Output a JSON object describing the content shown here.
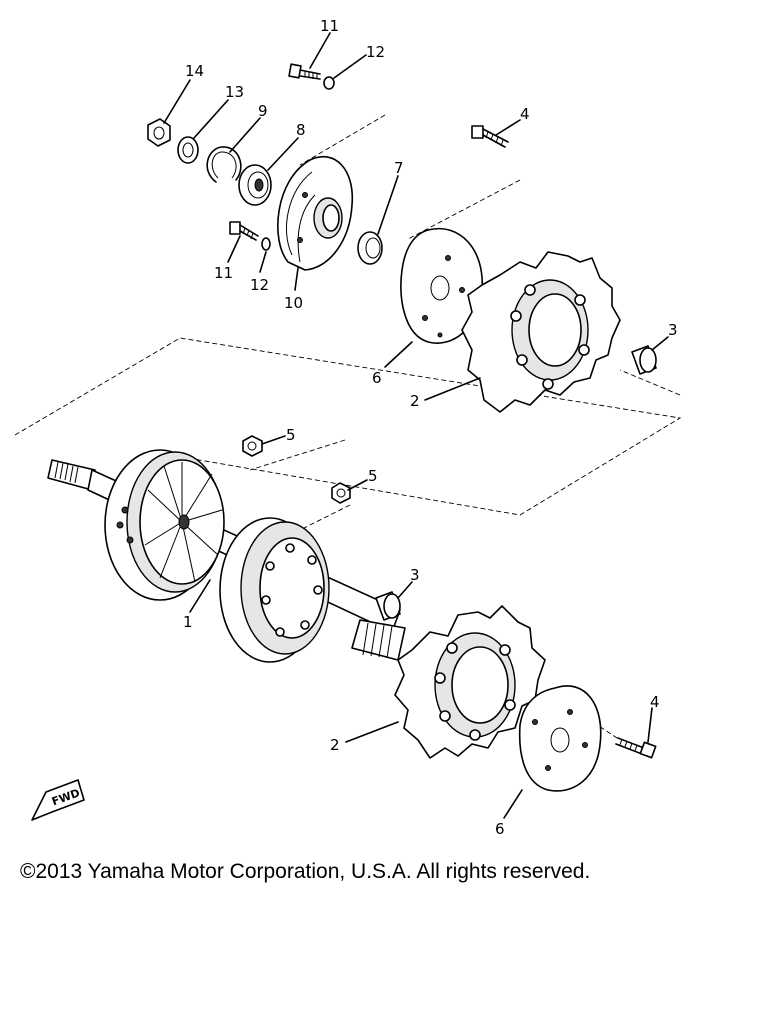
{
  "callouts": {
    "top_bolt": "11",
    "top_washer": "12",
    "nut": "14",
    "washer_13": "13",
    "circlip": "9",
    "bearing": "8",
    "top_bolt_4": "4",
    "seal": "7",
    "left_bolt": "11",
    "left_washer": "12",
    "housing": "10",
    "upper_plate": "6",
    "upper_spacer": "3",
    "upper_sprocket": "2",
    "top_nut_5": "5",
    "mid_nut_5": "5",
    "shaft": "1",
    "lower_spacer": "3",
    "lower_bolt_4": "4",
    "lower_sprocket": "2",
    "lower_plate": "6"
  },
  "fwd_label": "FWD",
  "copyright": "©2013 Yamaha Motor Corporation, U.S.A. All rights reserved."
}
